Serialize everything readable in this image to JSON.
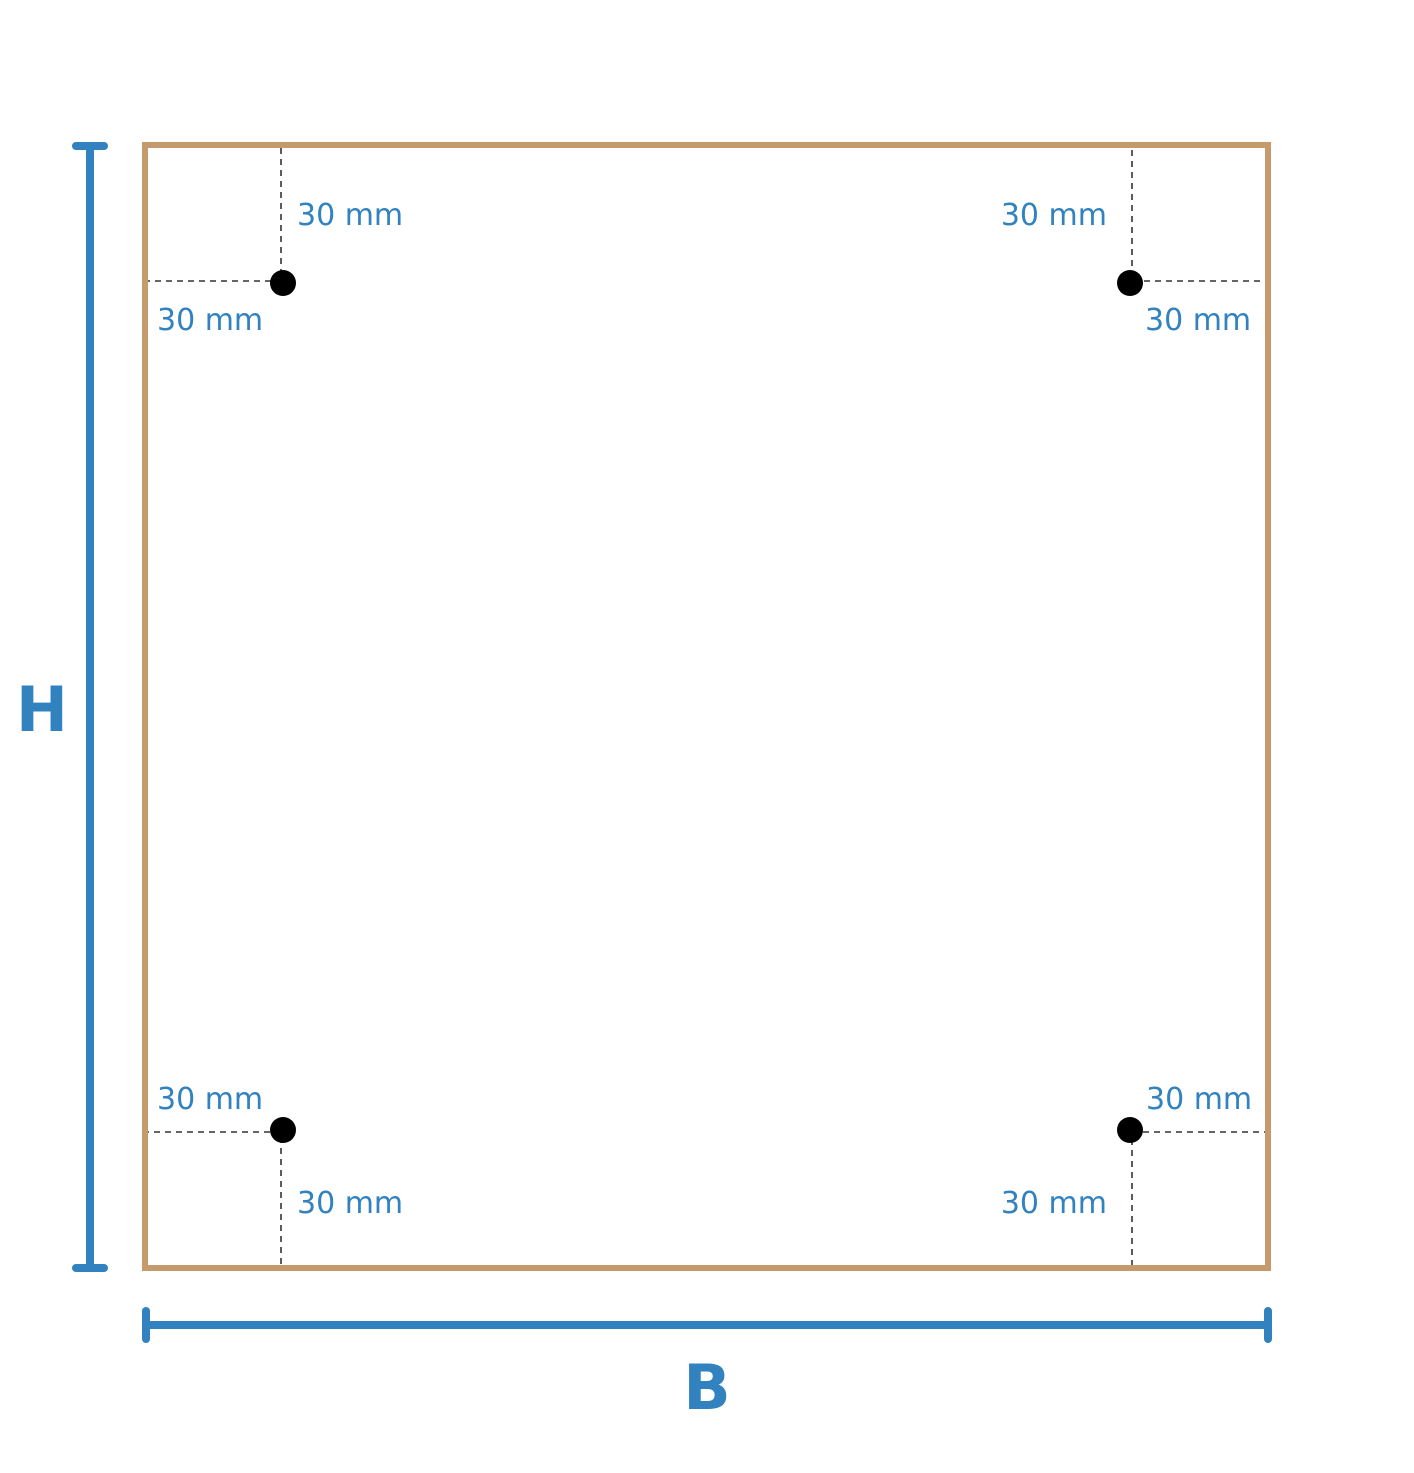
{
  "colors": {
    "panel_outline": "#c59b6d",
    "dimension": "#3282c0",
    "hole": "#000000",
    "guide": "#333333",
    "background": "#ffffff"
  },
  "dimensions": {
    "height_label": "H",
    "width_label": "B"
  },
  "holes": [
    {
      "name": "top-left",
      "offset_vertical": "30 mm",
      "offset_horizontal": "30 mm"
    },
    {
      "name": "top-right",
      "offset_vertical": "30 mm",
      "offset_horizontal": "30 mm"
    },
    {
      "name": "bottom-left",
      "offset_vertical": "30 mm",
      "offset_horizontal": "30 mm"
    },
    {
      "name": "bottom-right",
      "offset_vertical": "30 mm",
      "offset_horizontal": "30 mm"
    }
  ]
}
